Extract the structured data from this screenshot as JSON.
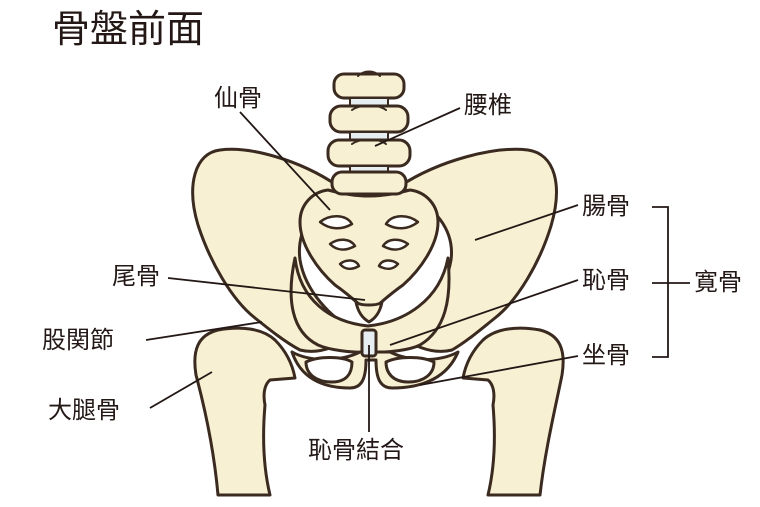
{
  "title": "骨盤前面",
  "labels": {
    "sacrum": "仙骨",
    "lumbar": "腰椎",
    "ilium": "腸骨",
    "pubis": "恥骨",
    "ischium": "坐骨",
    "hip_bone": "寛骨",
    "coccyx": "尾骨",
    "hip_joint": "股関節",
    "femur": "大腿骨",
    "pubic_symphysis": "恥骨結合"
  },
  "colors": {
    "bone_fill": "#F8F0D2",
    "outline": "#3A2A1F",
    "leader": "#231815",
    "text": "#231815",
    "cartilage": "#E6EEF2"
  }
}
